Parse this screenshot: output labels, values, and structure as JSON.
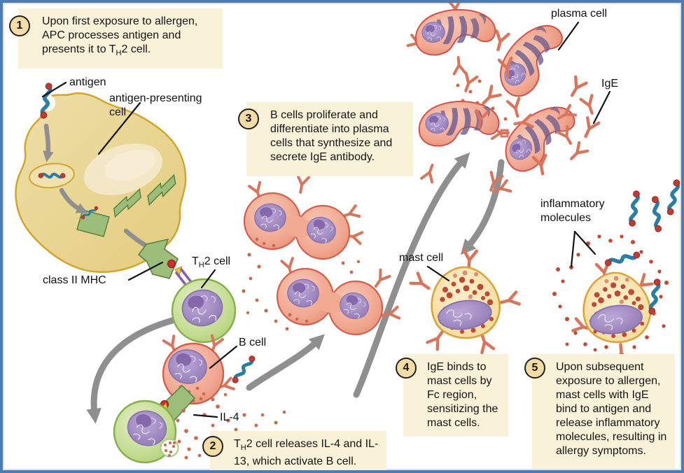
{
  "steps": [
    {
      "number": "1",
      "text_pre": "Upon first exposure to allergen, APC processes antigen and presents it to T",
      "text_sub": "H",
      "text_post": "2 cell."
    },
    {
      "number": "2",
      "text_pre": "T",
      "text_sub": "H",
      "text_post": "2 cell releases IL-4 and IL-13, which activate B cell."
    },
    {
      "number": "3",
      "text": "B cells proliferate and differentiate into plasma cells that synthesize and secrete IgE antibody."
    },
    {
      "number": "4",
      "text": "IgE binds to mast cells by Fc region, sensitizing the mast cells."
    },
    {
      "number": "5",
      "text": "Upon subsequent exposure to allergen, mast cells with IgE bind to antigen and release inflammatory molecules, resulting in allergy symptoms."
    }
  ],
  "labels": {
    "antigen": "antigen",
    "apc_line1": "antigen-presenting",
    "apc_line2": "cell",
    "class_ii_mhc": "class II MHC",
    "th2_pre": "T",
    "th2_sub": "H",
    "th2_post": "2 cell",
    "b_cell": "B cell",
    "il4": "IL-4",
    "plasma_cell": "plasma cell",
    "ige": "IgE",
    "mast_cell": "mast cell",
    "inflammatory_line1": "inflammatory",
    "inflammatory_line2": "molecules"
  },
  "colors": {
    "frame_blue": "#4b7cb3",
    "note_box_bg": "#f9f1d8",
    "step_badge_bg": "#f3dda4",
    "text": "#141414",
    "apc_yellow": "#e9d48c",
    "apc_outline": "#d2a62e",
    "th2_green": "#c7e09b",
    "th2_outline": "#82b04a",
    "b_cell_pink": "#f0a68f",
    "b_cell_outline": "#d65c4b",
    "nucleus_purple": "#9e86c0",
    "mast_cream": "#f7e2ad",
    "mast_outline": "#dca33b",
    "ige_salmon": "#d9755c",
    "antigen_blue": "#2b7da6",
    "antigen_dot_red": "#c23b33",
    "il4_dot": "#c96a4f",
    "arrow_gray": "#8f8f8f",
    "mhc_green": "#9dbd7b"
  }
}
